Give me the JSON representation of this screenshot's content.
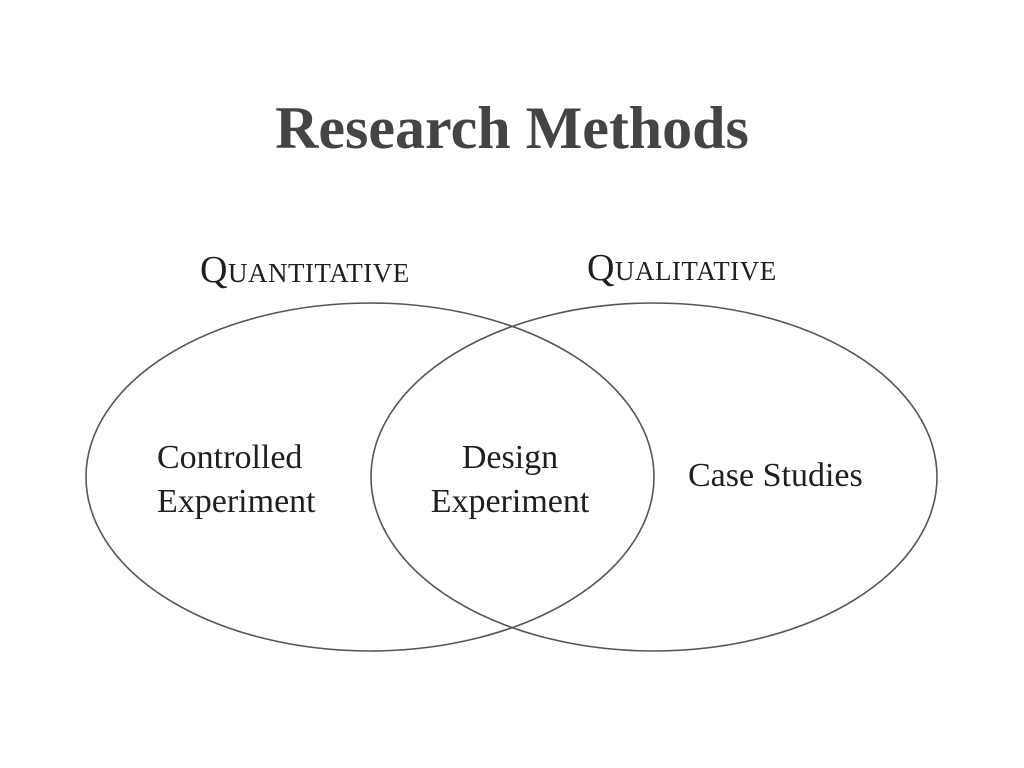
{
  "slide": {
    "title": "Research Methods"
  },
  "venn": {
    "sets": [
      {
        "id": "quantitative",
        "label": "Quantitative"
      },
      {
        "id": "qualitative",
        "label": "Qualitative"
      }
    ],
    "regions": {
      "quantitative_only": [
        "Controlled",
        "Experiment"
      ],
      "overlap": [
        "Design",
        "Experiment"
      ],
      "qualitative_only": [
        "Case Studies"
      ]
    },
    "colors": {
      "outline": "#555555",
      "text": "#1f1f1f",
      "title": "#444444"
    }
  }
}
